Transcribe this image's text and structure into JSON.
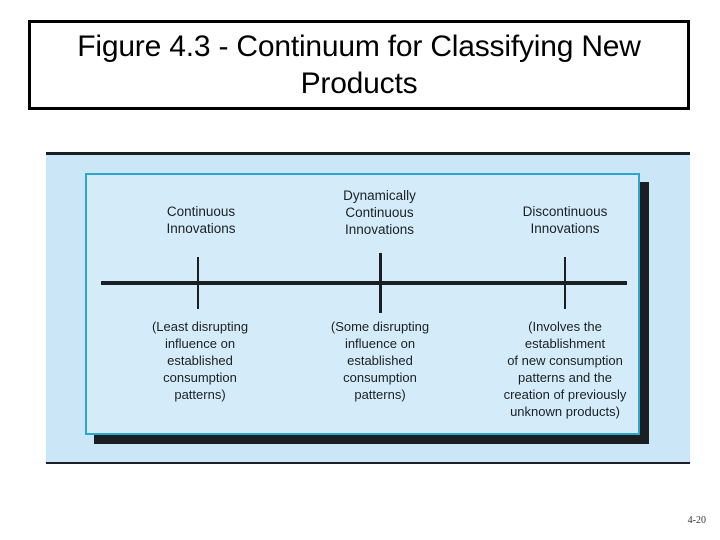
{
  "title": {
    "text": "Figure 4.3 - Continuum for Classifying New Products"
  },
  "figure": {
    "axis_label": "innovation-continuum-line",
    "columns": [
      {
        "id": "continuous",
        "heading": "Continuous\nInnovations",
        "description": "(Least disrupting\ninfluence on\nestablished\nconsumption\npatterns)"
      },
      {
        "id": "dynamically-continuous",
        "heading": "Dynamically\nContinuous\nInnovations",
        "description": "(Some disrupting\ninfluence on\nestablished\nconsumption\npatterns)"
      },
      {
        "id": "discontinuous",
        "heading": "Discontinuous\nInnovations",
        "description": "(Involves the\nestablishment\nof new consumption\npatterns and the\ncreation of previously\nunknown products)"
      }
    ]
  },
  "footer": {
    "page_number": "4-20"
  },
  "colors": {
    "outer_frame_background": "#cbe7f7",
    "inner_panel_background": "#d4ecfa",
    "inner_panel_border": "#29a8cc",
    "ink": "#1b1f23",
    "page_background": "#ffffff"
  }
}
